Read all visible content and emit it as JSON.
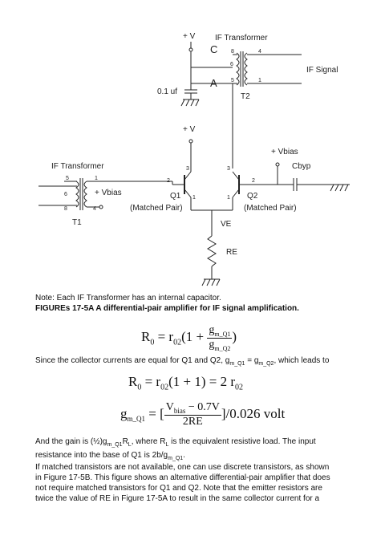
{
  "circuit": {
    "plus_v_top": "+ V",
    "if_transformer_top": "IF Transformer",
    "node_c": "C",
    "node_a": "A",
    "pins_t2": [
      "8",
      "4",
      "6",
      "5",
      "1"
    ],
    "if_signal": "IF Signal",
    "cap_label": "0.1 uf",
    "t2_label": "T2",
    "plus_v_mid": "+ V",
    "plus_vbias_right": "+ Vbias",
    "cbyp": "Cbyp",
    "if_transformer_left": "IF Transformer",
    "pins_t1": [
      "5",
      "1",
      "6",
      "8",
      "4"
    ],
    "plus_vbias_left": "+ Vbias",
    "q1": "Q1",
    "q2": "Q2",
    "q1_pins": [
      "3",
      "2",
      "1"
    ],
    "q2_pins": [
      "3",
      "2",
      "1"
    ],
    "matched_left": "(Matched Pair)",
    "matched_right": "(Matched Pair)",
    "ve": "VE",
    "t1_label": "T1",
    "re": "RE"
  },
  "note": "Note: Each IF Transformer has an internal capacitor.",
  "caption": "FIGUREs 17-5A A differential-pair amplifier for IF signal amplification.",
  "eq1": {
    "lhs": "R",
    "lhs_sub": "0",
    "mid": " = r",
    "r_sub": "02",
    "open": "(1 + ",
    "num": "g",
    "num_sub": "m_Q1",
    "den": "g",
    "den_sub": "m_Q2",
    "close": ")"
  },
  "since_line": "Since the collector currents are equal for Q1 and Q2, g",
  "since_sub1": "m_Q1",
  "since_mid": " = g",
  "since_sub2": "m_Q2",
  "since_end": ", which leads to",
  "eq2": {
    "lhs": "R",
    "lhs_sub": "0",
    "mid": " = r",
    "r_sub": "02",
    "rest": "(1 + 1) = 2 r",
    "r2_sub": "02"
  },
  "eq3": {
    "lhs": "g",
    "lhs_sub": "m_Q1",
    "eq": " = [",
    "num": "V",
    "num_sub": "bias",
    "num_rest": " − 0.7V",
    "den": "2RE",
    "rest": "]/0.026 volt"
  },
  "para1_a": "And the gain is (½)g",
  "para1_sub1": "m_Q1",
  "para1_b": "R",
  "para1_sub2": "L",
  "para1_c": ", where R",
  "para1_sub3": "L",
  "para1_d": " is the equivalent resistive load. The input",
  "para1_line2a": "resistance into the base of Q1 is 2b/g",
  "para1_line2sub": "m_Q1",
  "para1_line2b": ".",
  "para2_lines": [
    "If matched transistors are not available, one can use discrete transistors, as shown",
    "in Figure 17-5B. This figure shows an alternative differential-pair amplifier that does",
    "not require matched transistors for Q1 and Q2. Note that the emitter resistors are",
    "twice the value of RE in Figure 17-5A to result in the same collector current for a"
  ]
}
